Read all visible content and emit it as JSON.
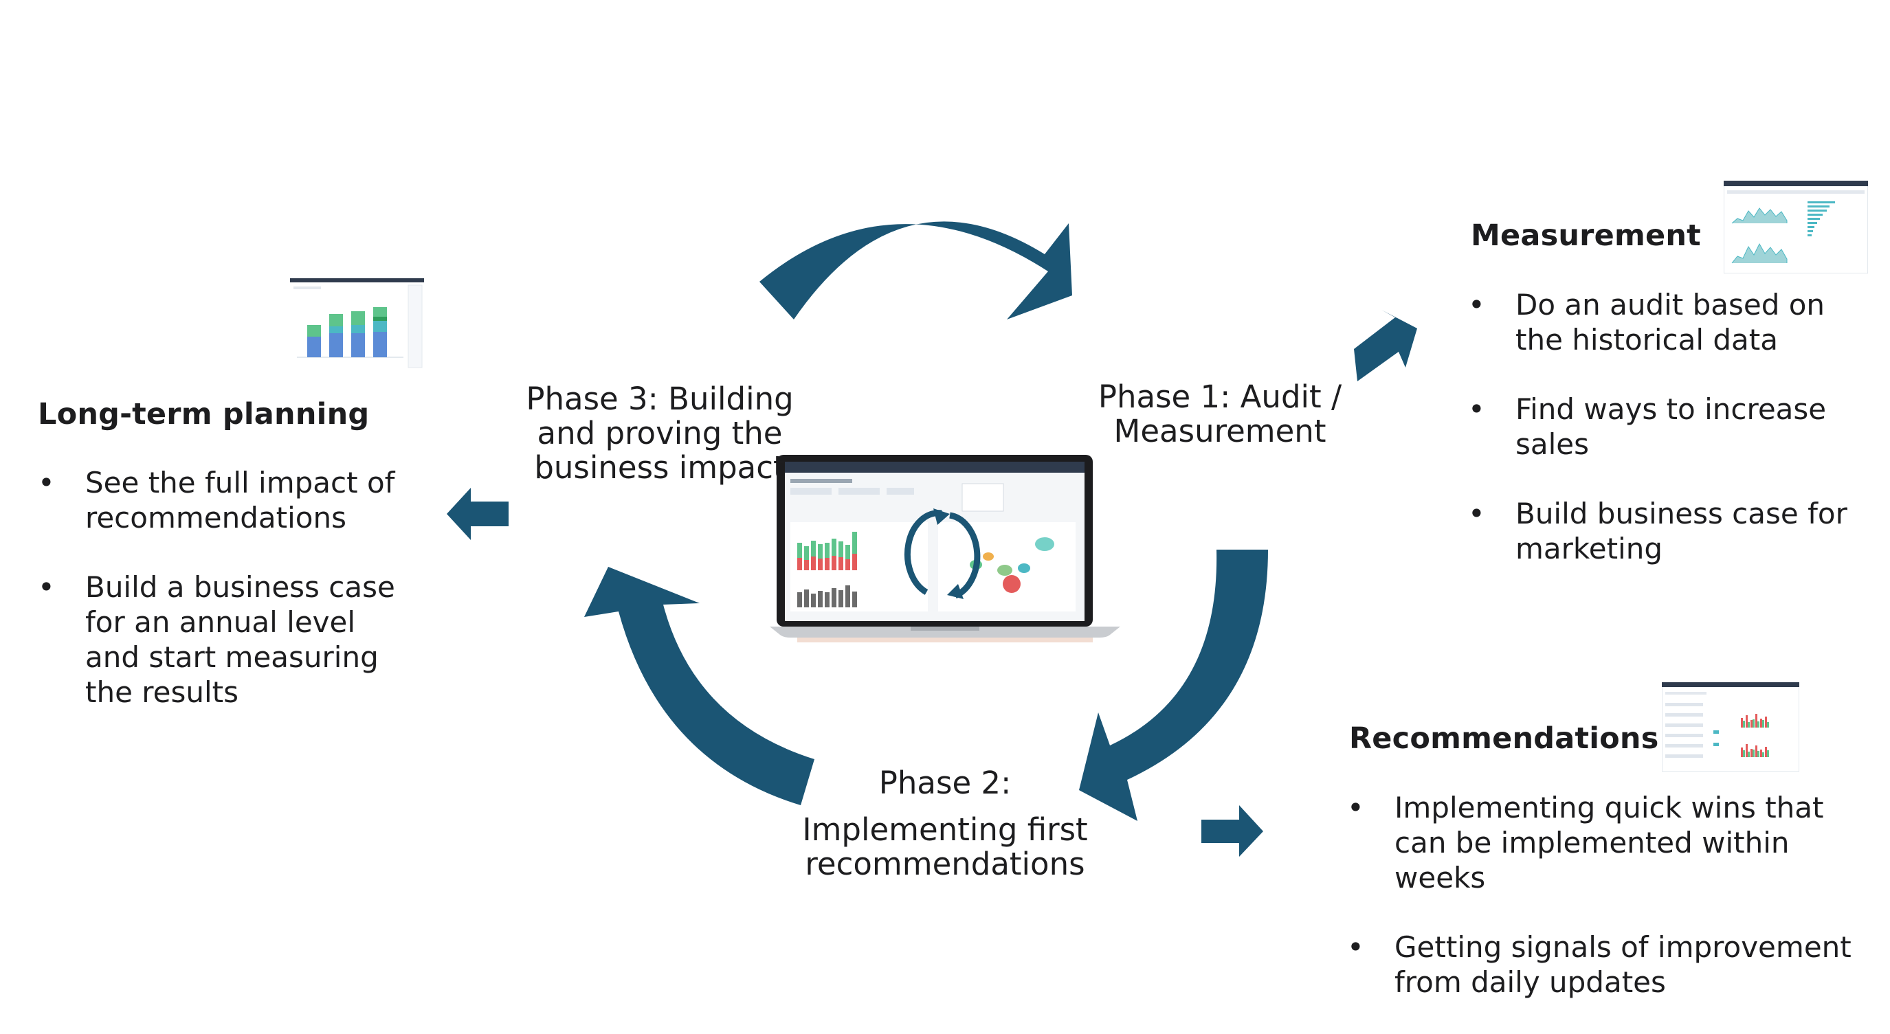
{
  "phases": {
    "phase1": "Phase 1: Audit / Measurement",
    "phase2_title": "Phase 2:",
    "phase2_body": "Implementing first recommendations",
    "phase3": "Phase 3: Building and proving the business impact"
  },
  "measurement": {
    "title": "Measurement",
    "bullets": [
      "Do an audit based on the historical data",
      "Find ways to increase sales",
      "Build business case for marketing"
    ]
  },
  "recommendations": {
    "title": "Recommendations",
    "bullets": [
      "Implementing quick wins that can be implemented within weeks",
      "Getting signals of improvement from daily updates"
    ]
  },
  "long_term": {
    "title": "Long-term planning",
    "bullets": [
      "See the full impact of recommendations",
      "Build a business case for an annual level and start measuring the results"
    ]
  },
  "colors": {
    "arrow": "#1b5574",
    "green": "#5ec48b",
    "blue": "#5b8bd6",
    "teal": "#4cb8c4",
    "red": "#e45b5b"
  },
  "icons": [
    "cycle-arrow-icon",
    "laptop-dashboard-icon",
    "dashboard-thumbnail-icon"
  ]
}
